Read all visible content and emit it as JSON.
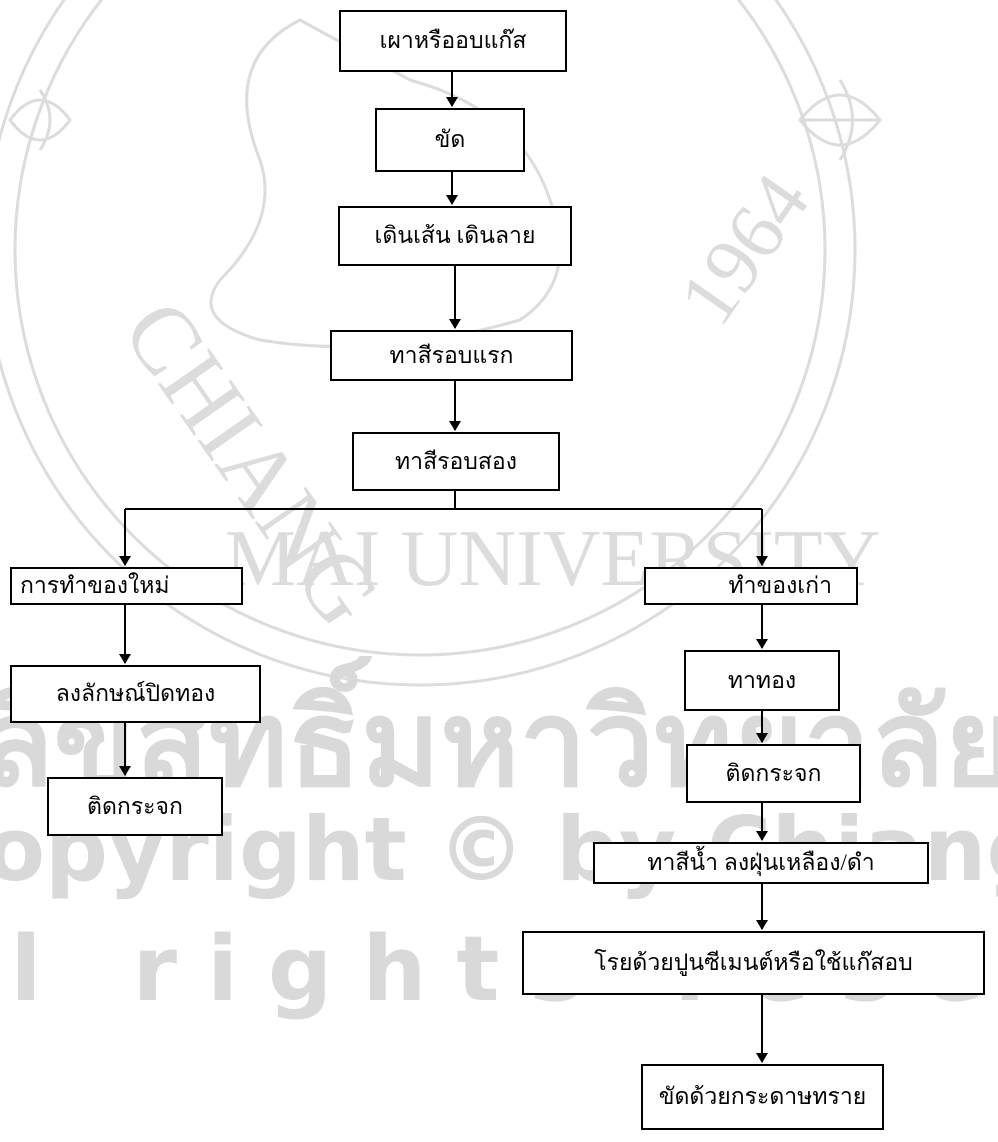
{
  "watermark": {
    "ring_text": "CHIANG MAI UNIVERSITY 1964",
    "ring_letters_left": "CHIANG",
    "ring_letters_mid": "MAI UNIVERSITY",
    "ring_year": "1964",
    "line_thai": "ลิขสิทธิ์มหาวิทยาลัยเชียงใหม่",
    "line_copyright": "Copyright © by Chiang Mai University",
    "line_rights": "All rights reserved",
    "color": "#d9d9d9"
  },
  "flowchart": {
    "nodes": {
      "n1": "เผาหรืออบแก๊ส",
      "n2": "ขัด",
      "n3": "เดินเส้น เดินลาย",
      "n4": "ทาสีรอบแรก",
      "n5": "ทาสีรอบสอง",
      "left1": "การทำของใหม่",
      "left2": "ลงลักษณ์ปิดทอง",
      "left3": "ติดกระจก",
      "right1": "ทำของเก่า",
      "right2": "ทาทอง",
      "right3": "ติดกระจก",
      "right4": "ทาสีน้ำ ลงฝุ่นเหลือง/ดำ",
      "right5": "โรยด้วยปูนซีเมนต์หรือใช้แก๊สอบ",
      "right6": "ขัดด้วยกระดาษทราย"
    }
  }
}
